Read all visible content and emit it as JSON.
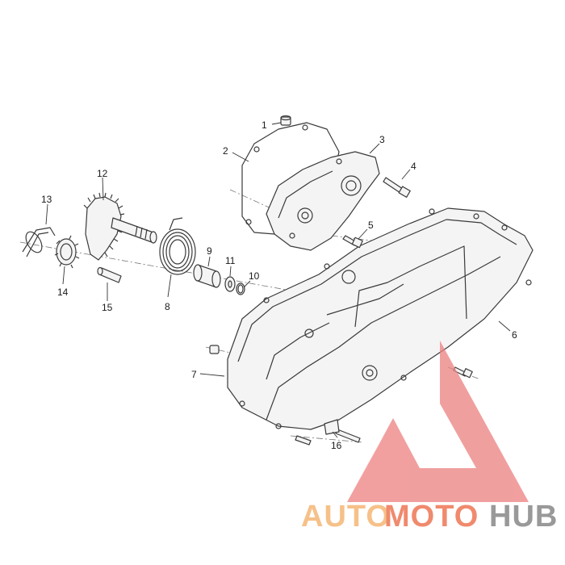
{
  "callouts": [
    "1",
    "2",
    "3",
    "4",
    "5",
    "6",
    "7",
    "8",
    "9",
    "10",
    "11",
    "12",
    "13",
    "14",
    "15",
    "16"
  ],
  "watermark": {
    "part1": "AUTO",
    "part2": "MOTO",
    "part3": "HUB",
    "color_light": "#f6c189",
    "color_mid": "#f08a6e",
    "color_dark": "#999999",
    "logo_color": "#ec7f7f"
  }
}
